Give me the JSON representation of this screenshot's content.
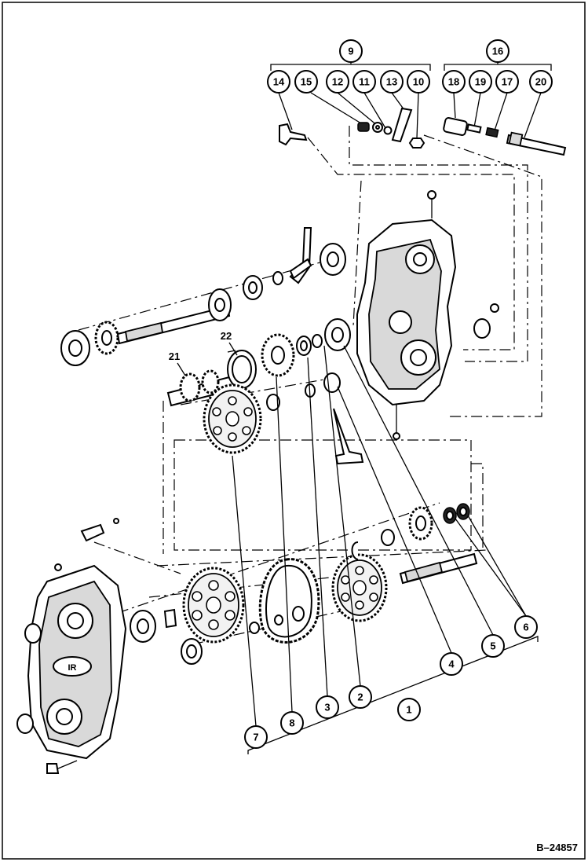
{
  "figure_id": "B–24857",
  "callouts": [
    {
      "id": "c9",
      "label": "9"
    },
    {
      "id": "c16",
      "label": "16"
    },
    {
      "id": "c14",
      "label": "14"
    },
    {
      "id": "c15",
      "label": "15"
    },
    {
      "id": "c12",
      "label": "12"
    },
    {
      "id": "c11",
      "label": "11"
    },
    {
      "id": "c13",
      "label": "13"
    },
    {
      "id": "c10",
      "label": "10"
    },
    {
      "id": "c18",
      "label": "18"
    },
    {
      "id": "c19",
      "label": "19"
    },
    {
      "id": "c17",
      "label": "17"
    },
    {
      "id": "c20",
      "label": "20"
    },
    {
      "id": "c4",
      "label": "4"
    },
    {
      "id": "c5",
      "label": "5"
    },
    {
      "id": "c6",
      "label": "6"
    },
    {
      "id": "c2",
      "label": "2"
    },
    {
      "id": "c1",
      "label": "1"
    },
    {
      "id": "c3",
      "label": "3"
    },
    {
      "id": "c8",
      "label": "8"
    },
    {
      "id": "c7",
      "label": "7"
    }
  ],
  "plain_labels": [
    {
      "id": "l21",
      "label": "21"
    },
    {
      "id": "l22",
      "label": "22"
    }
  ]
}
